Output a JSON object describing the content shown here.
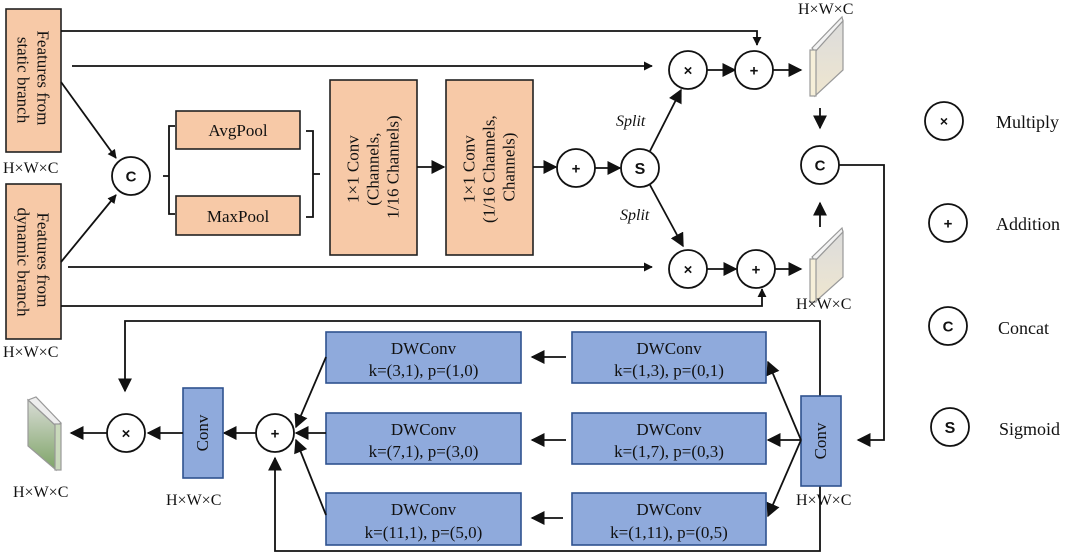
{
  "inputs": {
    "static_branch": {
      "line1": "Features from",
      "line2": "static branch"
    },
    "dynamic_branch": {
      "line1": "Features from",
      "line2": "dynamic branch"
    }
  },
  "shape_label": "H×W×C",
  "pooling": {
    "avg": "AvgPool",
    "max": "MaxPool"
  },
  "conv1": {
    "line1": "1×1 Conv",
    "line2": "(Channels,",
    "line3": "1/16 Channels)"
  },
  "conv2": {
    "line1": "1×1 Conv",
    "line2": "(1/16 Channels,",
    "line3": "Channels)"
  },
  "split_label": "Split",
  "operators": {
    "multiply": "×",
    "addition": "+",
    "concat": "C",
    "sigmoid": "S"
  },
  "conv_label": "Conv",
  "dwconv": {
    "title": "DWConv",
    "right_column": [
      "k=(1,3), p=(0,1)",
      "k=(1,7), p=(0,3)",
      "k=(1,11), p=(0,5)"
    ],
    "left_column": [
      "k=(3,1), p=(1,0)",
      "k=(7,1), p=(3,0)",
      "k=(11,1), p=(5,0)"
    ]
  },
  "legend": [
    {
      "symbol": "×",
      "label": "Multiply"
    },
    {
      "symbol": "+",
      "label": "Addition"
    },
    {
      "symbol": "C",
      "label": "Concat"
    },
    {
      "symbol": "S",
      "label": "Sigmoid"
    }
  ],
  "colors": {
    "input_block": "#f7c9a7",
    "conv_block": "#8faadc",
    "feature_map_top": "#ede6d6",
    "feature_map_output": "#8fb27a"
  }
}
